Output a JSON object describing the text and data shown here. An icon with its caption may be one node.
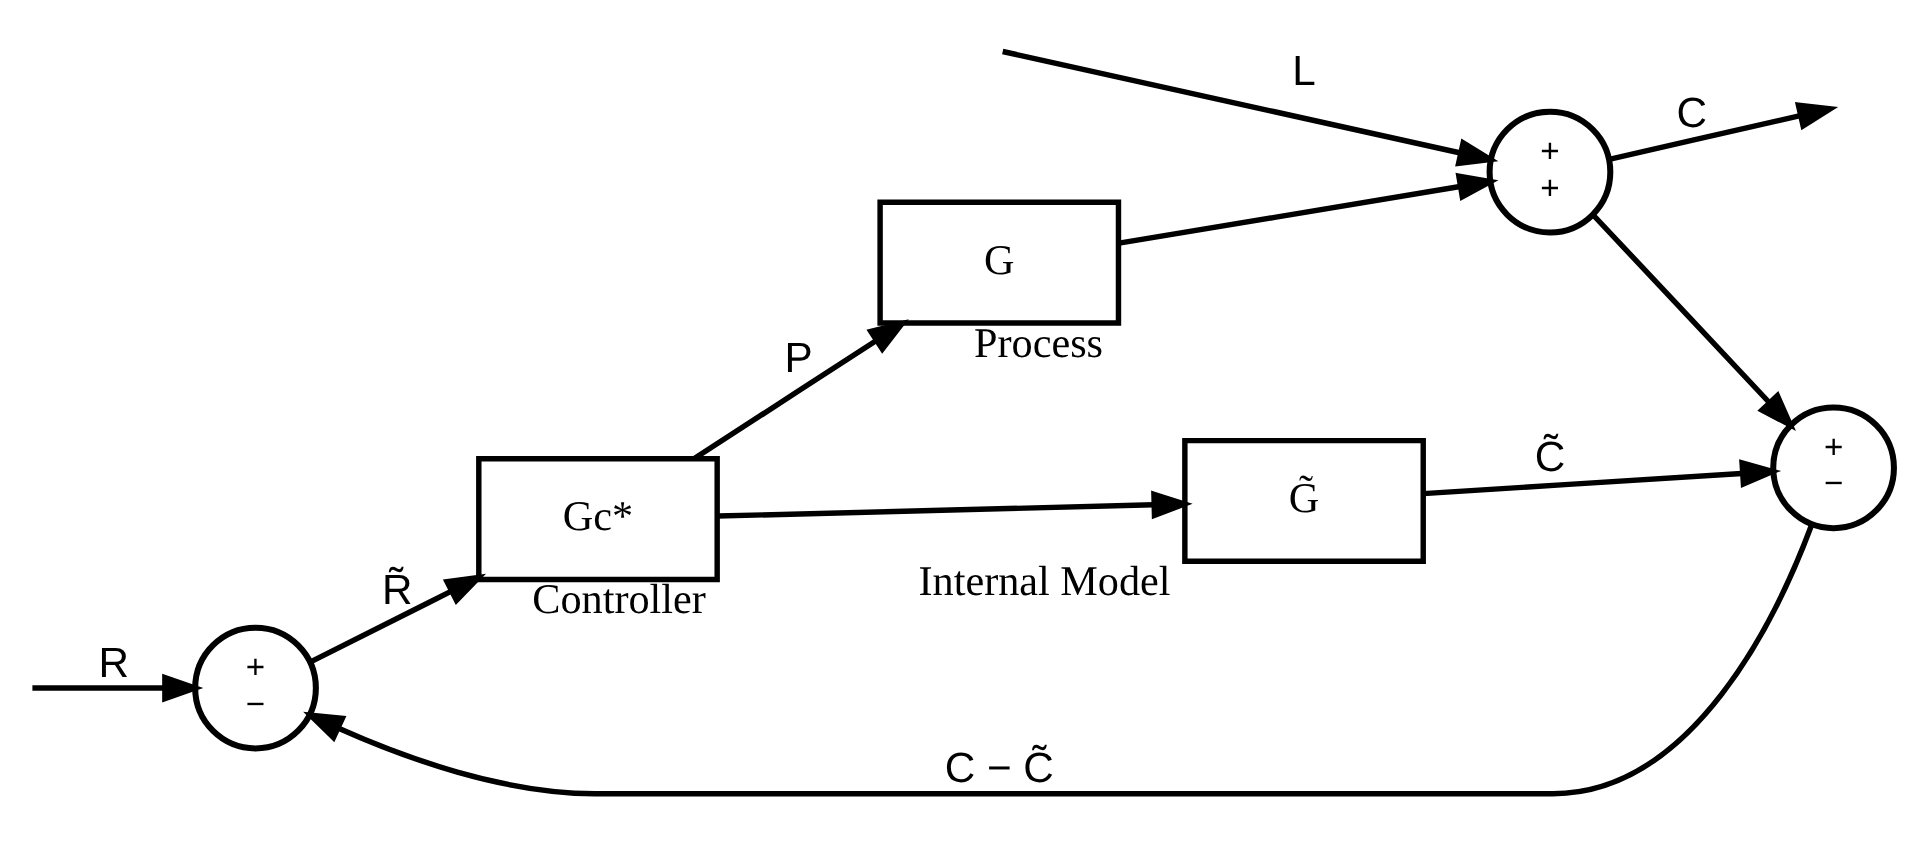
{
  "diagram": {
    "nodes": [
      {
        "text": [
          "+",
          "−"
        ]
      },
      {
        "text": [
          "Gc*"
        ],
        "beside": [
          "Controller"
        ]
      },
      {
        "text": [
          "G"
        ],
        "beside": [
          "Process"
        ]
      },
      {
        "text": [
          "+",
          "+"
        ]
      },
      {
        "text": [
          "G̃"
        ],
        "beside": [
          "Internal Model"
        ]
      },
      {
        "text": [
          "+",
          "−"
        ]
      }
    ],
    "edges": [
      {
        "from": null,
        "to": 0,
        "arrow": "to",
        "label": "R"
      },
      {
        "from": 0,
        "to": 1,
        "arrow": "to",
        "label": "R̃"
      },
      {
        "from": 1,
        "to": 2,
        "arrow": "to",
        "label": "P"
      },
      {
        "from": 1,
        "to": 4,
        "arrow": "to"
      },
      {
        "from": 2,
        "to": 3,
        "arrow": "to"
      },
      {
        "from": null,
        "to": 3,
        "arrow": "to",
        "label": "L"
      },
      {
        "from": 3,
        "to": null,
        "arrow": "to",
        "label": "C"
      },
      {
        "from": 3,
        "to": 5,
        "arrow": "to"
      },
      {
        "from": 4,
        "to": 5,
        "arrow": "to",
        "label": "C̃"
      },
      {
        "from": 5,
        "to": 0,
        "arrow": "to",
        "label": "C − C̃"
      }
    ]
  }
}
